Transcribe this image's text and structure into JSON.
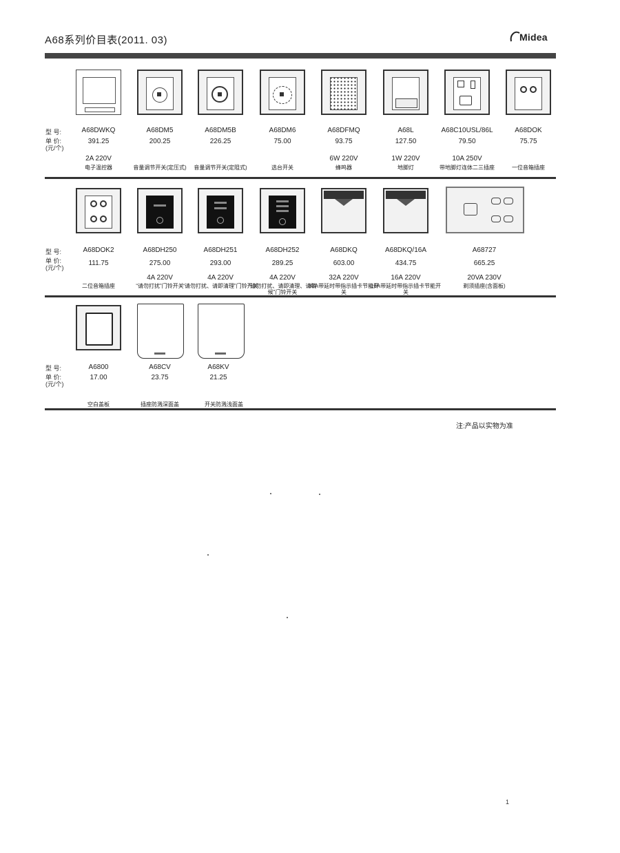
{
  "header": {
    "title": "A68系列价目表(2011. 03)",
    "brand": "Midea"
  },
  "row_labels": {
    "model": "型 号:",
    "price": "单 价:",
    "unit": "(元/个)"
  },
  "rows": [
    [
      {
        "model": "A68DWKQ",
        "price": "391.25",
        "spec": "2A  220V",
        "desc": "电子温控器",
        "icon": "thermostat-icon"
      },
      {
        "model": "A68DM5",
        "price": "200.25",
        "spec": "",
        "desc": "音量调节开关(定压式)",
        "icon": "volume-dial-icon"
      },
      {
        "model": "A68DM5B",
        "price": "226.25",
        "spec": "",
        "desc": "音量调节开关(定阻式)",
        "icon": "volume-dial-icon"
      },
      {
        "model": "A68DM6",
        "price": "75.00",
        "spec": "",
        "desc": "选台开关",
        "icon": "channel-dial-icon"
      },
      {
        "model": "A68DFMQ",
        "price": "93.75",
        "spec": "6W  220V",
        "desc": "蜂鸣器",
        "icon": "buzzer-grille-icon"
      },
      {
        "model": "A68L",
        "price": "127.50",
        "spec": "1W  220V",
        "desc": "地脚灯",
        "icon": "foot-light-icon"
      },
      {
        "model": "A68C10USL/86L",
        "price": "79.50",
        "spec": "10A  250V",
        "desc": "带地脚灯连体二三插座",
        "icon": "socket-icon"
      },
      {
        "model": "A68DOK",
        "price": "75.75",
        "spec": "",
        "desc": "一位音箱插座",
        "icon": "speaker-jack-icon"
      }
    ],
    [
      {
        "model": "A68DOK2",
        "price": "111.75",
        "spec": "",
        "desc": "二位音箱插座",
        "icon": "speaker-jack-double-icon"
      },
      {
        "model": "A68DH250",
        "price": "275.00",
        "spec": "4A  220V",
        "desc": "“请勿打扰”门铃开关",
        "icon": "doorbell-panel-icon"
      },
      {
        "model": "A68DH251",
        "price": "293.00",
        "spec": "4A  220V",
        "desc": "“请勿打扰、请即清理”门铃开关",
        "icon": "doorbell-panel-icon"
      },
      {
        "model": "A68DH252",
        "price": "289.25",
        "spec": "4A  220V",
        "desc": "“请勿打扰、请即清理、请稍候”门铃开关",
        "icon": "doorbell-panel-icon"
      },
      {
        "model": "A68DKQ",
        "price": "603.00",
        "spec": "32A 220V",
        "desc": "32A带延时带指示插卡节能开关",
        "icon": "card-switch-icon"
      },
      {
        "model": "A68DKQ/16A",
        "price": "434.75",
        "spec": "16A 220V",
        "desc": "16A带延时带指示插卡节能开关",
        "icon": "card-switch-icon"
      },
      {
        "model": "A68727",
        "price": "665.25",
        "spec": "20VA 230V",
        "desc": "剃须插座(含面板)",
        "icon": "shaver-socket-icon"
      }
    ],
    [
      {
        "model": "A6800",
        "price": "17.00",
        "spec": "",
        "desc": "空白盖板",
        "icon": "blank-plate-icon"
      },
      {
        "model": "A68CV",
        "price": "23.75",
        "spec": "",
        "desc": "插座防溅深面盖",
        "icon": "splash-cover-icon"
      },
      {
        "model": "A68KV",
        "price": "21.25",
        "spec": "",
        "desc": "开关防溅浅面盖",
        "icon": "splash-cover-icon"
      }
    ]
  ],
  "footer": {
    "note": "注:产品以实物为准",
    "page_number": "1"
  }
}
